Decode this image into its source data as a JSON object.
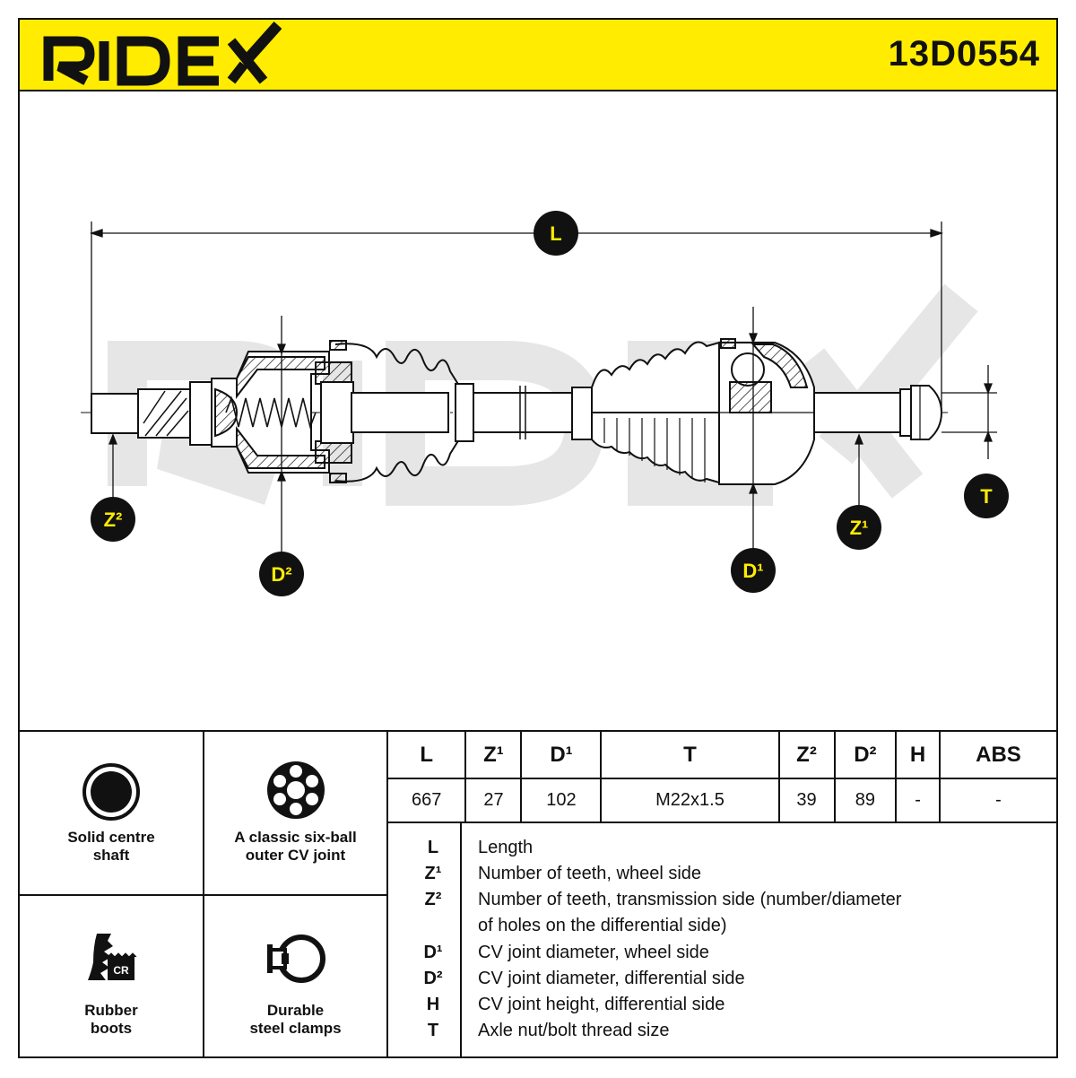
{
  "header": {
    "brand": "RIDEX",
    "part_number": "13D0554",
    "colors": {
      "accent": "#ffec00",
      "ink": "#111111",
      "watermark": "#e6e6e6"
    }
  },
  "diagram": {
    "dimension_labels": {
      "L": "L",
      "T": "T",
      "Z1": "Z¹",
      "Z2": "Z²",
      "D1": "D¹",
      "D2": "D²"
    }
  },
  "features": [
    {
      "label_line1": "Solid centre",
      "label_line2": "shaft",
      "icon": "solid-shaft-icon"
    },
    {
      "label_line1": "A classic six-ball",
      "label_line2": "outer CV joint",
      "icon": "six-ball-joint-icon"
    },
    {
      "label_line1": "Rubber",
      "label_line2": "boots",
      "icon": "rubber-boot-icon",
      "badge": "CR"
    },
    {
      "label_line1": "Durable",
      "label_line2": "steel clamps",
      "icon": "steel-clamp-icon"
    }
  ],
  "spec_table": {
    "headers": [
      "L",
      "Z¹",
      "D¹",
      "T",
      "Z²",
      "D²",
      "H",
      "ABS"
    ],
    "values": [
      "667",
      "27",
      "102",
      "M22x1.5",
      "39",
      "89",
      "-",
      "-"
    ]
  },
  "legend": [
    {
      "key": "L",
      "text": "Length"
    },
    {
      "key": "Z¹",
      "text": "Number of teeth, wheel side"
    },
    {
      "key": "Z²",
      "text": "Number of teeth, transmission side (number/diameter"
    },
    {
      "key": "",
      "text": "of holes on the differential side)"
    },
    {
      "key": "D¹",
      "text": "CV joint diameter, wheel side"
    },
    {
      "key": "D²",
      "text": "CV joint diameter, differential side"
    },
    {
      "key": "H",
      "text": "CV joint height, differential side"
    },
    {
      "key": "T",
      "text": "Axle nut/bolt thread size"
    }
  ]
}
